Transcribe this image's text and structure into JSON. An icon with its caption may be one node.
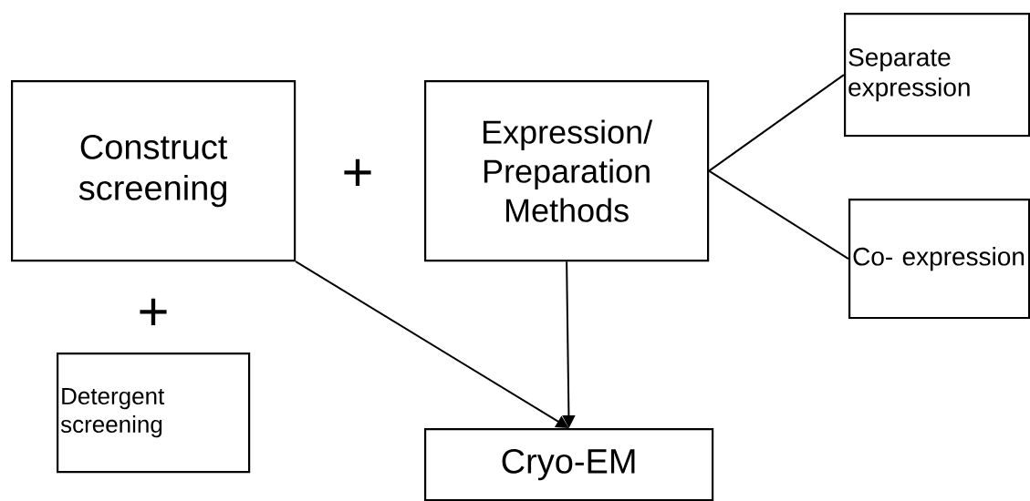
{
  "diagram": {
    "nodes": [
      {
        "text": [
          "Construct screening"
        ]
      },
      {
        "text": [
          "Expression/ Preparation Methods"
        ]
      },
      {
        "text": [
          "Separate expression"
        ]
      },
      {
        "text": [
          "Co- expression"
        ]
      },
      {
        "text": [
          "Detergent screening"
        ]
      },
      {
        "text": [
          "Cryo-EM"
        ]
      }
    ],
    "edges": [
      {
        "from": 1,
        "to": 2,
        "arrow": "none"
      },
      {
        "from": 1,
        "to": 3,
        "arrow": "none"
      },
      {
        "from": 0,
        "to": 5,
        "arrow": "to"
      },
      {
        "from": 1,
        "to": 5,
        "arrow": "to"
      }
    ],
    "labels": [
      "+",
      "+"
    ]
  }
}
